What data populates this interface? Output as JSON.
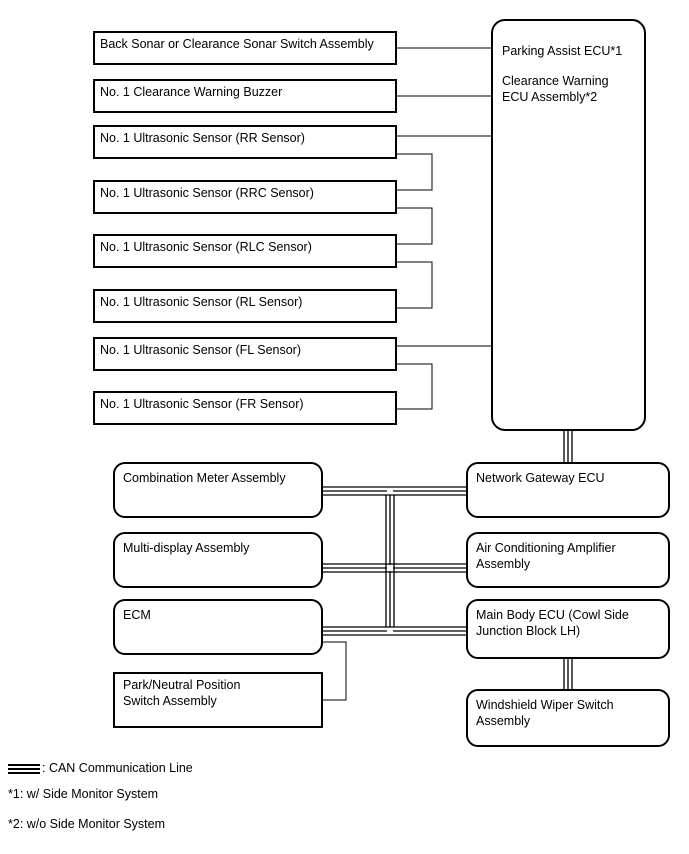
{
  "ecu": {
    "line1": "Parking Assist ECU*1",
    "line2": "Clearance Warning ECU Assembly*2"
  },
  "sensors": {
    "back_sonar_switch": "Back Sonar or Clearance Sonar Switch Assembly",
    "buzzer": "No. 1 Clearance Warning Buzzer",
    "rr": "No. 1 Ultrasonic Sensor (RR Sensor)",
    "rrc": "No. 1 Ultrasonic Sensor (RRC Sensor)",
    "rlc": "No. 1 Ultrasonic Sensor (RLC Sensor)",
    "rl": "No. 1 Ultrasonic Sensor (RL Sensor)",
    "fl": "No. 1 Ultrasonic Sensor (FL Sensor)",
    "fr": "No. 1 Ultrasonic Sensor (FR Sensor)"
  },
  "can": {
    "combination_meter": "Combination Meter Assembly",
    "network_gateway": "Network Gateway ECU",
    "multi_display": "Multi-display Assembly",
    "air_conditioning": "Air Conditioning Amplifier\nAssembly",
    "ecm": "ECM",
    "main_body": "Main Body ECU (Cowl Side\nJunction Block LH)",
    "park_neutral": "Park/Neutral Position\nSwitch Assembly",
    "wiper_switch": "Windshield Wiper Switch\nAssembly"
  },
  "legend": {
    "can_line": ": CAN Communication Line",
    "note1": "*1: w/ Side Monitor System",
    "note2": "*2: w/o Side Monitor System"
  }
}
